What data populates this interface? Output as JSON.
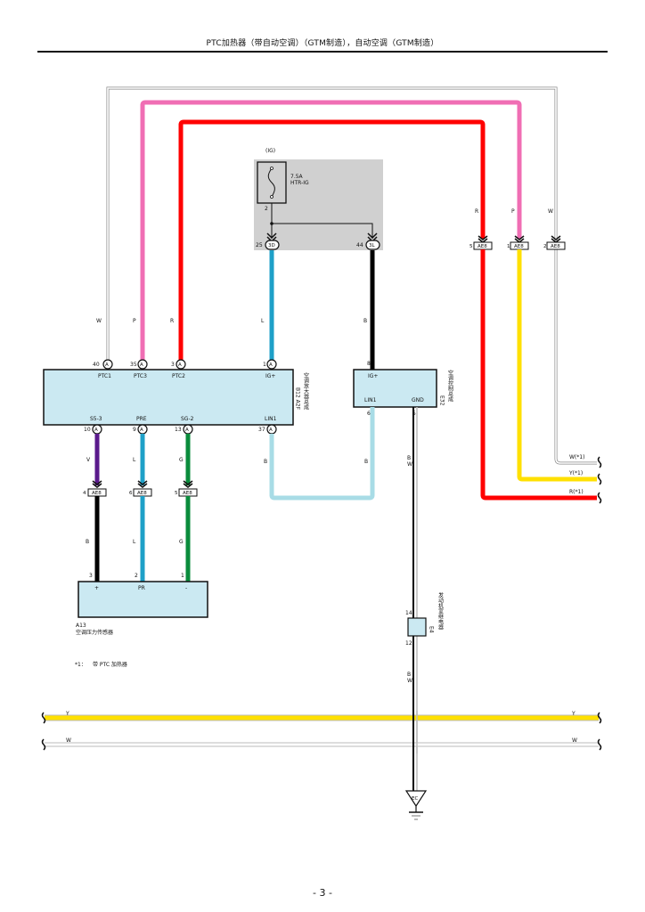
{
  "header": {
    "title": "PTC加热器（带自动空调）（GTM制造），自动空调（GTM制造）"
  },
  "footer": {
    "page_number": "- 3 -"
  },
  "fuse_block": {
    "supply_label": "(IG)",
    "fuse_rating": "7.5A",
    "fuse_name": "HTR-IG",
    "fuse_pin": "2",
    "outputs": [
      {
        "pin": "25",
        "connector": "3D"
      },
      {
        "pin": "44",
        "connector": "3L"
      }
    ]
  },
  "ptc_unit": {
    "name_vertical": "空调放大器总成",
    "code_vertical": "B12 A2F",
    "top_pins": [
      {
        "pin": "40",
        "connector": "A",
        "label": "PTC1",
        "wire": "W"
      },
      {
        "pin": "35",
        "connector": "A",
        "label": "PTC3",
        "wire": "P"
      },
      {
        "pin": "3",
        "connector": "A",
        "label": "PTC2",
        "wire": "R"
      },
      {
        "pin": "1",
        "connector": "A",
        "label": "IG+",
        "wire": "L"
      }
    ],
    "bottom_pins": [
      {
        "pin": "10",
        "connector": "A",
        "label": "S5-3",
        "wire": "V"
      },
      {
        "pin": "9",
        "connector": "A",
        "label": "PRE",
        "wire": "L"
      },
      {
        "pin": "13",
        "connector": "A",
        "label": "SG-2",
        "wire": "G"
      },
      {
        "pin": "37",
        "connector": "A",
        "label": "LIN1",
        "wire": "B"
      }
    ]
  },
  "control_unit": {
    "name_vertical": "空调控制总成",
    "code_vertical": "E32",
    "pins": [
      {
        "pin": "8",
        "label": "IG+",
        "wire": "B"
      },
      {
        "pin": "6",
        "label": "LIN1",
        "wire": "B"
      },
      {
        "pin": "5",
        "label": "GND",
        "wire": "B W"
      }
    ]
  },
  "ae8_connectors_top": [
    {
      "pin": "5",
      "name": "AE8",
      "wire": "R"
    },
    {
      "pin": "1",
      "name": "AE8",
      "wire": "P"
    },
    {
      "pin": "2",
      "name": "AE8",
      "wire": "W"
    }
  ],
  "ae8_connectors_bottom": [
    {
      "pin": "4",
      "name": "AE8",
      "wire_in": "V",
      "wire_out": "B"
    },
    {
      "pin": "6",
      "name": "AE8",
      "wire_in": "L",
      "wire_out": "L"
    },
    {
      "pin": "5",
      "name": "AE8",
      "wire_in": "G",
      "wire_out": "G"
    }
  ],
  "pressure_sensor": {
    "code": "A13",
    "name": "空调压力传感器",
    "pins": [
      {
        "pin": "3",
        "label": "+"
      },
      {
        "pin": "2",
        "label": "PR"
      },
      {
        "pin": "1",
        "label": "-"
      }
    ]
  },
  "junction_connector": {
    "name_vertical": "发动机室继电器",
    "code_vertical": "E4",
    "pin_top": "14",
    "pin_bottom": "12",
    "wire": "B W"
  },
  "continuation_wires": [
    {
      "label": "W(*1)",
      "color": "#ffffff"
    },
    {
      "label": "Y(*1)",
      "color": "#ffe000"
    },
    {
      "label": "R(*1)",
      "color": "#ff0000"
    }
  ],
  "bus_wires": [
    {
      "left_label": "Y",
      "right_label": "Y",
      "color": "#ffe000"
    },
    {
      "left_label": "W",
      "right_label": "W",
      "color": "#ffffff"
    }
  ],
  "ground": {
    "label": "EC"
  },
  "footnote": {
    "marker": "*1：",
    "text": "带 PTC 加热器"
  },
  "wire_colors": {
    "R": "#ff0000",
    "P": "#f06eb4",
    "W": "#ffffff",
    "L": "#1ea0c8",
    "B": "#000000",
    "V": "#5a1a8c",
    "G": "#0a8c3c",
    "Y": "#ffe000",
    "LB": "#a8dce6"
  }
}
